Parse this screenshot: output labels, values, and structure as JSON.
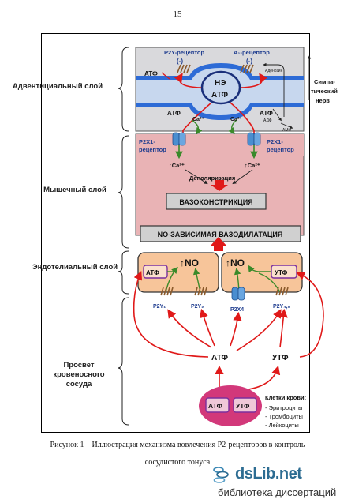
{
  "page_number": "15",
  "layers": {
    "adventitial": "Адвентициальный слой",
    "muscle": "Мышечный слой",
    "endothelial": "Эндотелиальный слой",
    "lumen": "Просвет кровеносного сосуда"
  },
  "sympathetic_nerve": "Симпа-тический нерв",
  "nerve": {
    "p2y_receptor": "P2Y-рецептор",
    "a1_receptor": "A₁-рецептор",
    "inhibit": "(-)",
    "ne": "НЭ",
    "atp": "АТФ",
    "adenosine": "Аденозин",
    "adp": "АДФ",
    "amp": "АМФ",
    "ca": "Ca²⁺"
  },
  "muscle": {
    "p2x1_receptor": "P2X1-рецептор",
    "ca_up": "↑Ca²⁺",
    "depolarization": "Деполяризация",
    "vasoconstriction": "ВАЗОКОНСТРИКЦИЯ",
    "no_vasodilation": "NO-ЗАВИСИМАЯ ВАЗОДИЛАТАЦИЯ"
  },
  "endothelium": {
    "no_up": "↑NO",
    "atp": "АТФ",
    "utp": "УТФ",
    "receptors": [
      "P2Y₁",
      "P2Y₂",
      "P2X4",
      "P2Y₄,₆"
    ]
  },
  "lumen": {
    "atp": "АТФ",
    "utp": "УТФ",
    "cell_atp": "АТФ",
    "cell_utp": "УТФ",
    "blood_cells_title": "Клетки крови:",
    "blood_cells": [
      "Эритроциты",
      "Тромбоциты",
      "Лейкоциты"
    ]
  },
  "caption": {
    "line1": "Рисунок 1 – Иллюстрация механизма вовлечения Р2-рецепторов в контроль",
    "line2": "сосудистого тонуса"
  },
  "watermark": {
    "brand": "dsLib.net",
    "subtitle": "библиотека диссертаций"
  },
  "colors": {
    "nerve_bg": "#d9d9dc",
    "muscle_bg": "#e9b3b5",
    "endo_cell": "#f7c59a",
    "blood_cell": "#d2387a",
    "arrow_red": "#e01919",
    "arrow_green": "#3a8a2a",
    "receptor_blue": "#4a8ed0",
    "label_blue": "#1f3d8f"
  }
}
